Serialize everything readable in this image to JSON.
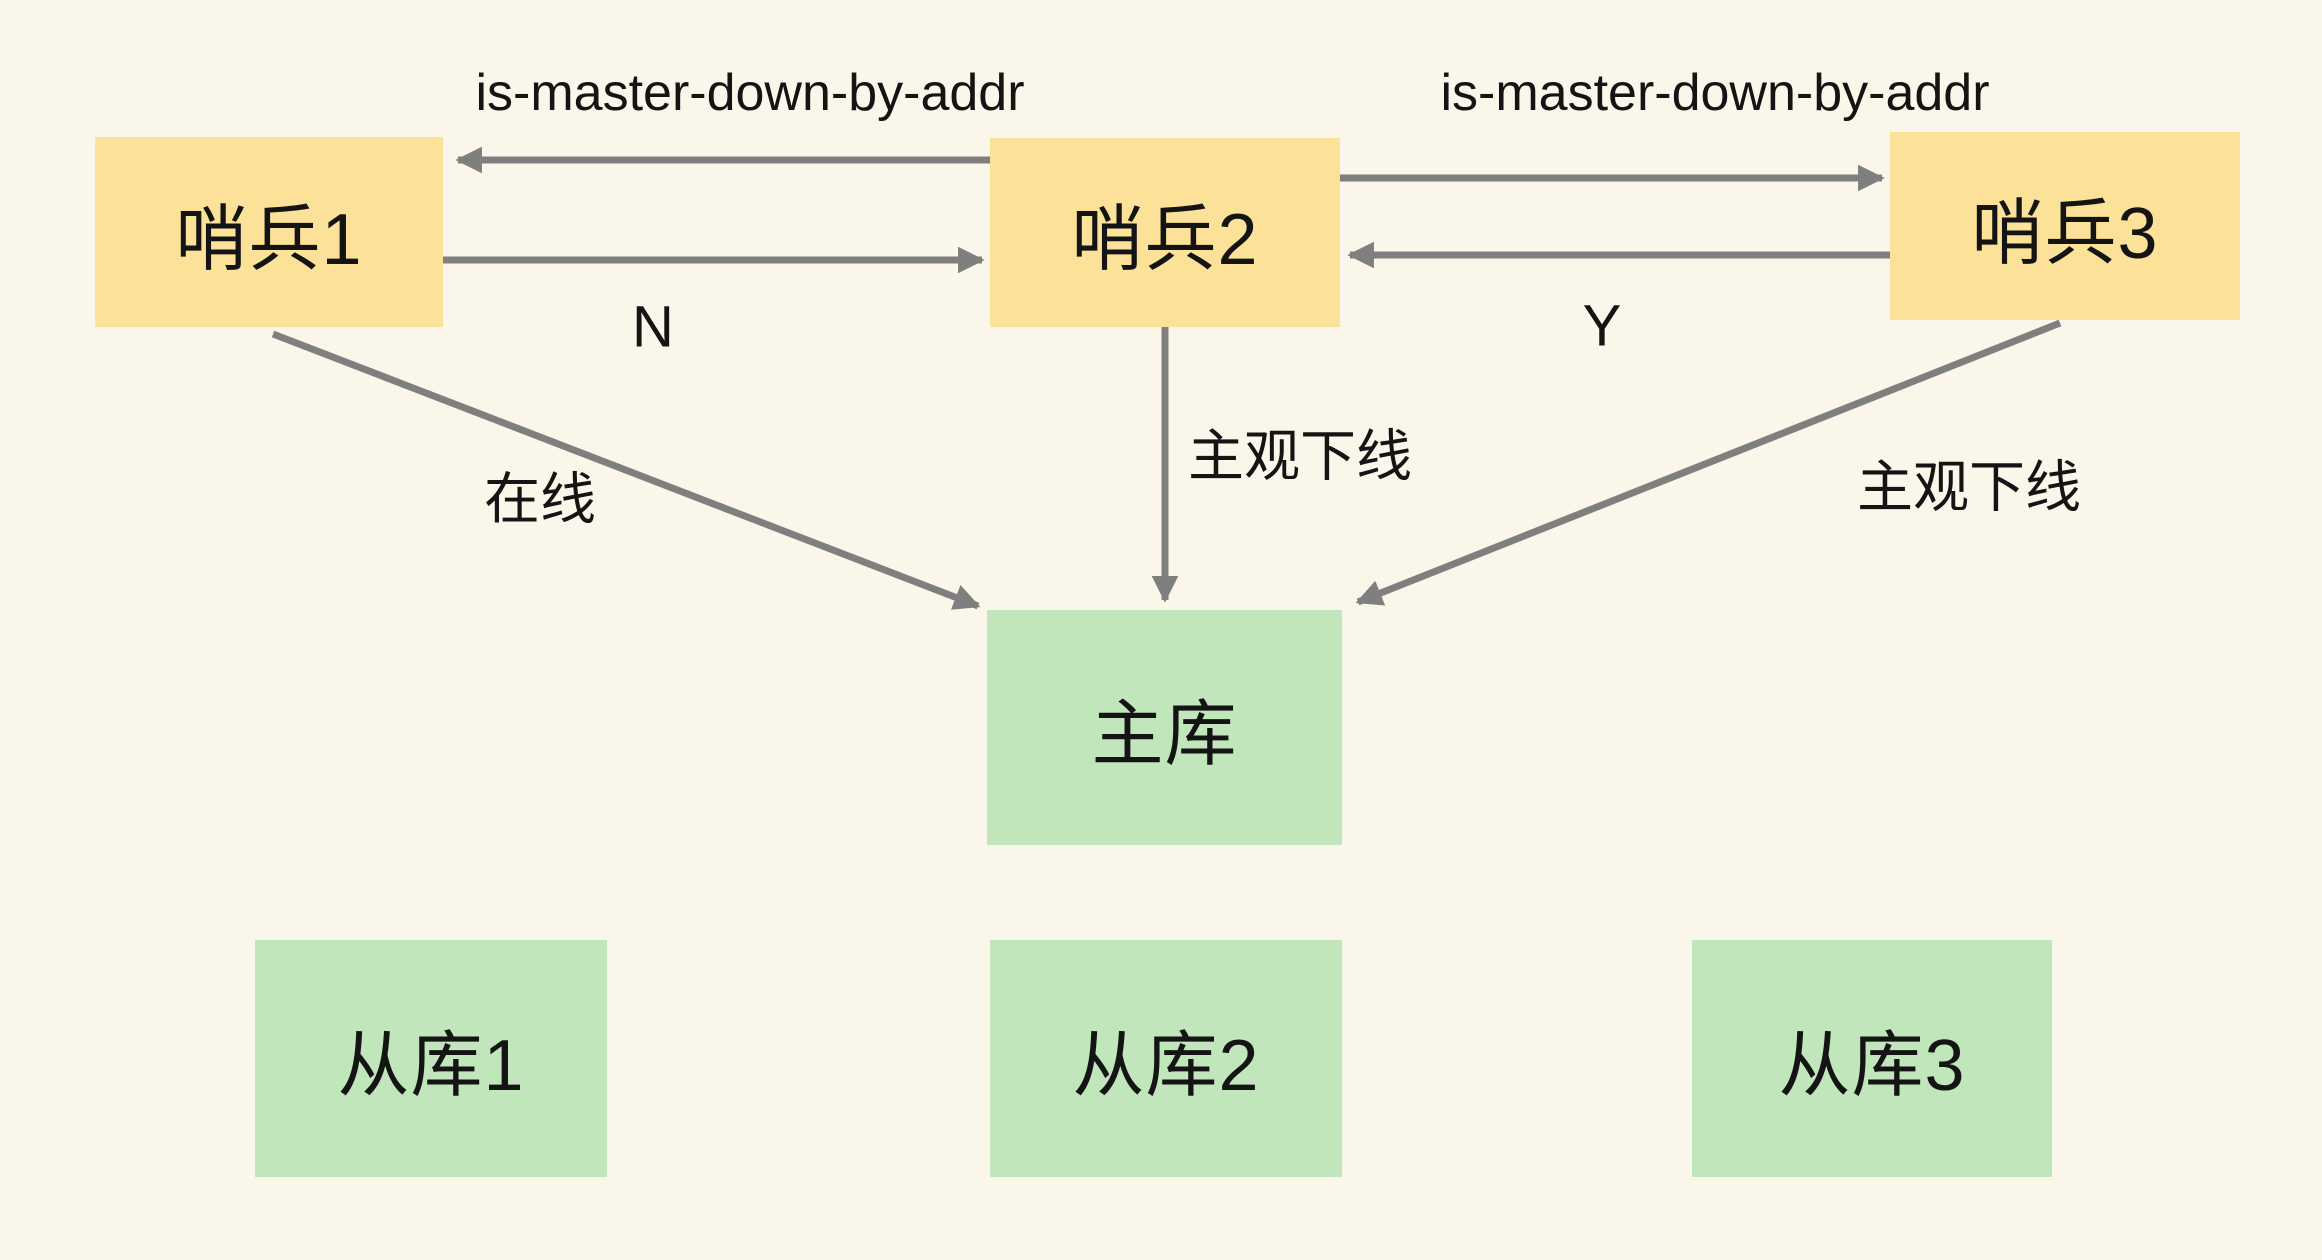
{
  "diagram": {
    "background_color": "#faf7ea",
    "sentinel_box_color": "#fce199",
    "database_box_color": "#c2e6bc",
    "arrow_color": "#7f7f7f",
    "text_color": "#141414",
    "nodes": {
      "sentinel1": {
        "label": "哨兵1"
      },
      "sentinel2": {
        "label": "哨兵2"
      },
      "sentinel3": {
        "label": "哨兵3"
      },
      "master": {
        "label": "主库"
      },
      "slave1": {
        "label": "从库1"
      },
      "slave2": {
        "label": "从库2"
      },
      "slave3": {
        "label": "从库3"
      }
    },
    "labels": {
      "is_master_down_left": "is-master-down-by-addr",
      "is_master_down_right": "is-master-down-by-addr",
      "vote_n": "N",
      "vote_y": "Y",
      "online": "在线",
      "sdown_mid": "主观下线",
      "sdown_right": "主观下线"
    }
  }
}
